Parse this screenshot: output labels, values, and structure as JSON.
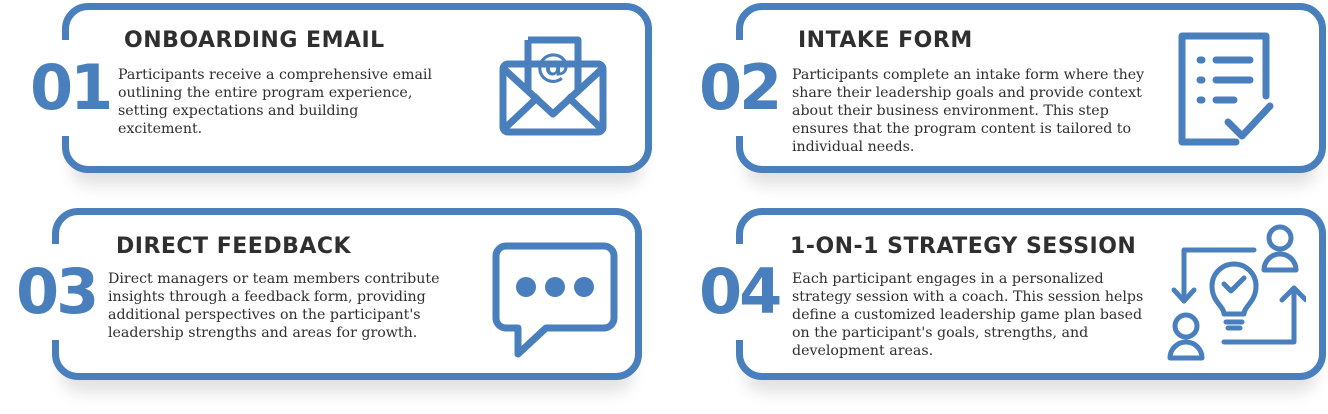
{
  "steps": [
    {
      "number": "01",
      "title": "ONBOARDING EMAIL",
      "text": "Participants receive a comprehensive email outlining the entire program experience, setting expectations and building excitement.",
      "icon": "envelope-at-icon"
    },
    {
      "number": "02",
      "title": "INTAKE FORM",
      "text": "Participants complete an intake form where they share their leadership goals and provide context about their business environment. This step ensures that the program content is tailored to individual needs.",
      "icon": "checklist-icon"
    },
    {
      "number": "03",
      "title": "DIRECT FEEDBACK",
      "text": "Direct managers or team members contribute insights through a feedback form, providing additional perspectives on the participant's leadership strengths and areas for growth.",
      "icon": "chat-bubble-icon"
    },
    {
      "number": "04",
      "title": "1-ON-1 STRATEGY SESSION",
      "text": "Each participant engages in a personalized strategy session with a coach. This session helps define a customized leadership game plan based on the participant's goals, strengths, and development areas.",
      "icon": "strategy-exchange-icon"
    }
  ],
  "colors": {
    "accent": "#4a7fbd",
    "text": "#2f2f2f"
  }
}
